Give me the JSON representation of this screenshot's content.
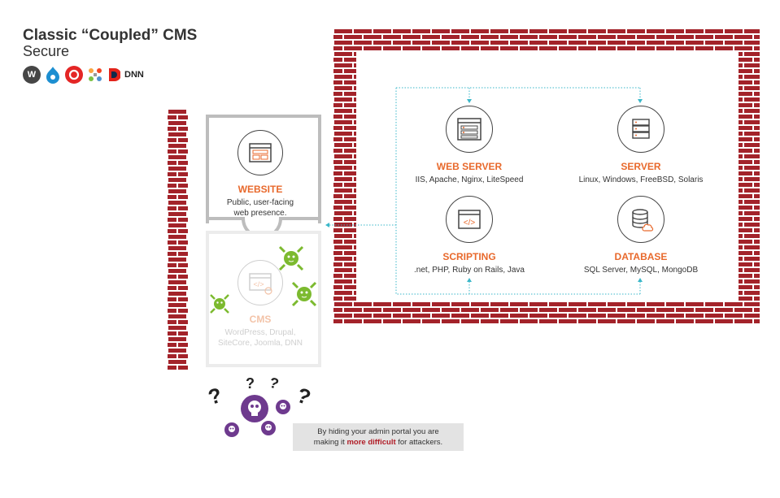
{
  "header": {
    "title": "Classic “Coupled” CMS",
    "subtitle": "Secure",
    "logos": [
      "wordpress-logo",
      "drupal-logo",
      "sitecore-logo",
      "joomla-logo",
      "dnn-logo"
    ],
    "dnn_text": "DNN"
  },
  "website": {
    "label": "WEBSITE",
    "desc_line1": "Public, user-facing",
    "desc_line2": "web presence."
  },
  "cms": {
    "label": "CMS",
    "desc_line1": "WordPress, Drupal,",
    "desc_line2": "SiteCore, Joomla, DNN"
  },
  "web_server": {
    "label": "WEB SERVER",
    "desc": "IIS, Apache, Nginx, LiteSpeed"
  },
  "server": {
    "label": "SERVER",
    "desc": "Linux, Windows, FreeBSD, Solaris"
  },
  "scripting": {
    "label": "SCRIPTING",
    "desc": ".net, PHP, Ruby on Rails, Java"
  },
  "database": {
    "label": "DATABASE",
    "desc": "SQL Server, MySQL, MongoDB"
  },
  "note": {
    "before": "By hiding your admin portal you are",
    "middle": "making it ",
    "highlight": "more difficult",
    "after": " for attackers."
  },
  "colors": {
    "brick": "#a3232a",
    "accent_orange": "#e8692c",
    "arrow_teal": "#3ab7c9",
    "bug_green": "#7cba2f",
    "skull_purple": "#6e3a8e"
  }
}
